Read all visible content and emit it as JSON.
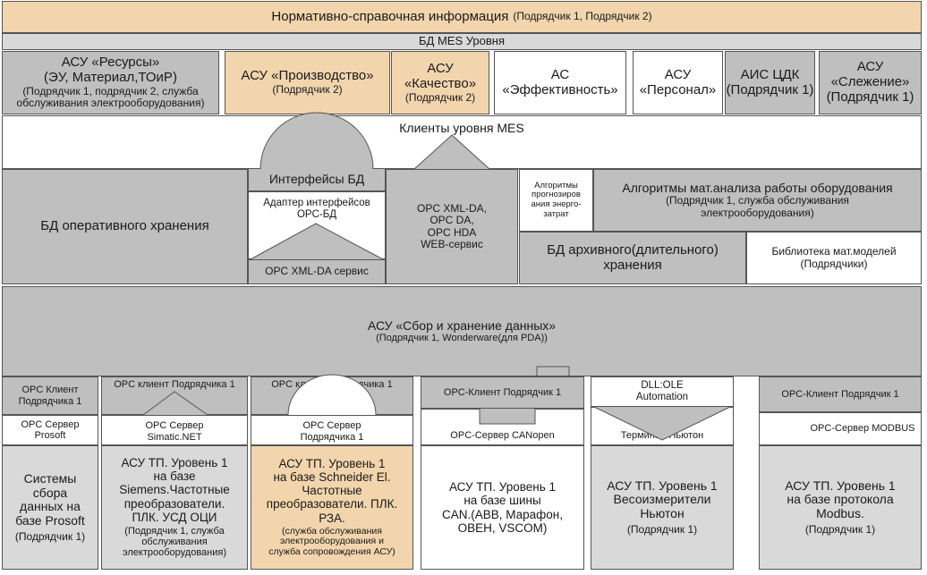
{
  "nsi": {
    "main": "Нормативно-справочная информация",
    "sub": "(Подрядчик 1, Подрядчик 2)"
  },
  "bd_mes": "БД MES Уровня",
  "systems": [
    {
      "main": "АСУ «Ресурсы»\n(ЭУ, Материал,ТОиР)",
      "sub": "(Подрядчик 1, подрядчик 2, служба обслуживания электрооборудования)"
    },
    {
      "main": "АСУ «Производство»",
      "sub": "(Подрядчик 2)"
    },
    {
      "main": "АСУ\n«Качество»",
      "sub": "(Подрядчик 2)"
    },
    {
      "main": "АС\n«Эффективность»",
      "sub": ""
    },
    {
      "main": "АСУ\n«Персонал»",
      "sub": ""
    },
    {
      "main": "АИС ЦДК\n(Подрядчик 1)",
      "sub": ""
    },
    {
      "main": "АСУ\n«Слежение»\n(Подрядчик 1)",
      "sub": ""
    }
  ],
  "clients_mes": "Клиенты уровня MES",
  "bd_oper": "БД оперативного хранения",
  "interfaces_bd": "Интерфейсы БД",
  "adapter": "Адаптер интерфейсов\nOPC-БД",
  "opc_xml_service": "OPC XML-DA сервис",
  "opc_list": "OPC XML-DA,\nOPC DA,\nOPC HDA\nWEB-сервис",
  "algo_forecast": "Алгоритмы\nпрогнозиров\nания энерго-\nзатрат",
  "algo_math": {
    "main": "Алгоритмы мат.анализа работы оборудования",
    "sub": "(Подрядчик 1, служба обслуживания\nэлектрооборудования)"
  },
  "bd_archive": "БД архивного(длительного)\nхранения",
  "library": {
    "main": "Библиотека мат.моделей",
    "sub": "(Подрядчики)"
  },
  "asu_collect": {
    "main": "АСУ «Сбор и хранение данных»",
    "sub": "(Подрядчик 1, Wonderware(для PDA))"
  },
  "columns": [
    {
      "top": "OPC Клиент\nПодрядчика 1",
      "mid": "OPC Сервер\nProsoft",
      "main": "Системы\nсбора\nданных на\nбазе Prosoft",
      "sub": "(Подрядчик 1)"
    },
    {
      "top": "OPC клиент Подрядчика 1",
      "mid": "OPC Сервер\nSimatic.NET",
      "main": "АСУ ТП. Уровень 1\nна базе\nSiemens.Частотные\nпреобразователи.\nПЛК. УСД ОЦИ",
      "sub": "(Подрядчик 1, служба\nобслуживания\nэлектрооборудования)"
    },
    {
      "top": "OPC клиент Подрядчика 1",
      "mid": "OPC Сервер\nПодрядчика 1",
      "main": "АСУ ТП. Уровень 1\nна базе Schneider El.\nЧастотные\nпреобразователи. ПЛК.\nРЗА.",
      "sub": "(служба обслуживания\nэлектрооборудования и\nслужба сопровождения АСУ)"
    },
    {
      "top": "OPC-Клиент Подрядчик 1",
      "mid": "OPC-Сервер CANopen",
      "main": "АСУ ТП. Уровень 1\nна базе шины\nCAN.(ABB, Марафон,\nОВЕН, VSCOM)",
      "sub": ""
    },
    {
      "top": "DLL:OLE\nAutomation",
      "mid": "Терминал Ньютон",
      "main": "АСУ ТП. Уровень 1\nВесоизмерители\nНьютон",
      "sub": "(Подрядчик 1)"
    },
    {
      "top": "OPC-Клиент Подрядчик 1",
      "mid": "OPC-Сервер MODBUS",
      "main": "АСУ ТП. Уровень 1\nна базе протокола\nModbus.",
      "sub": "(Подрядчик 1)"
    }
  ]
}
